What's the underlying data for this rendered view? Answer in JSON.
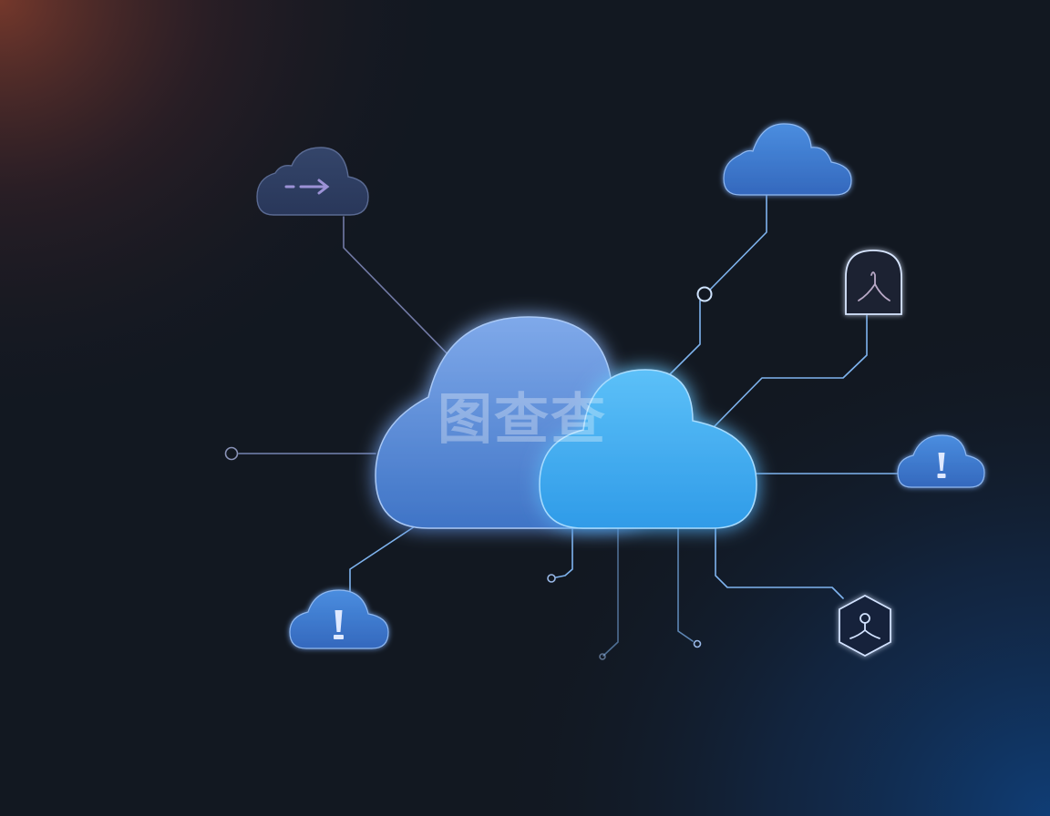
{
  "scene": {
    "background": {
      "base": "#121821",
      "glow_top_left": "#7a3a2c",
      "glow_bottom_right": "#0f3f7a"
    },
    "line_color": "#7fb4ef",
    "main_clouds": {
      "back_color": "#4d86d6",
      "front_color": "#3aaaf0"
    },
    "satellite_clouds": [
      {
        "name": "transfer-cloud",
        "icon": "arrow-right-icon",
        "color": "#2f3f5e"
      },
      {
        "name": "top-right-cloud",
        "icon": "none",
        "color": "#3d7bd0"
      },
      {
        "name": "right-alert-cloud",
        "icon": "exclamation-icon",
        "color": "#3d7bd0"
      },
      {
        "name": "bottom-left-alert-cloud",
        "icon": "exclamation-icon",
        "color": "#3d7bd0"
      }
    ],
    "node_badges": [
      {
        "name": "shield-badge",
        "icon": "network-node-icon"
      },
      {
        "name": "hexagon-badge",
        "icon": "user-node-icon"
      }
    ]
  },
  "watermark": {
    "text": "图查查"
  }
}
